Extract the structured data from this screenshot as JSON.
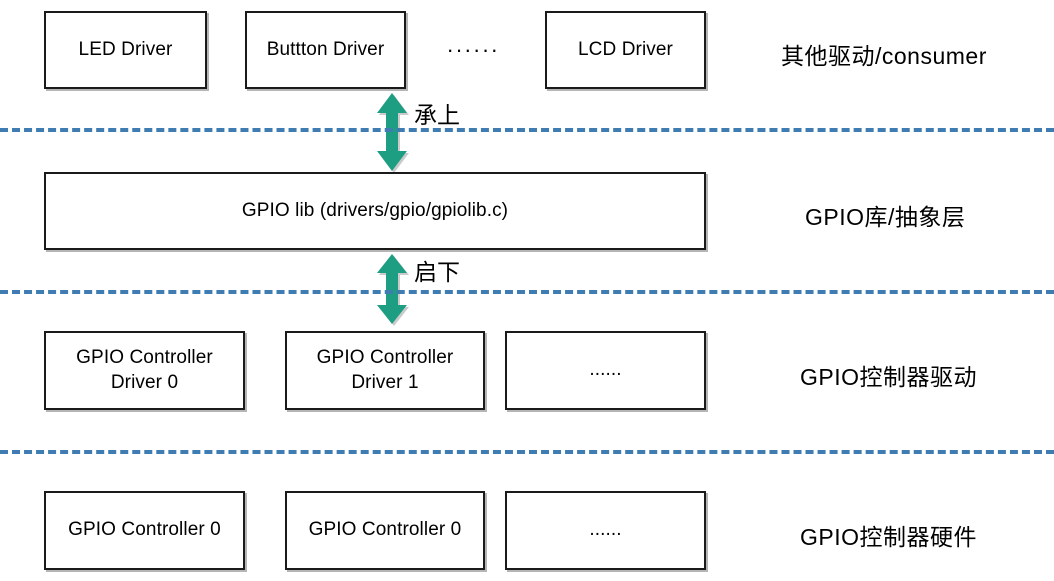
{
  "diagram": {
    "title": "Linux GPIO subsystem layered architecture",
    "colors": {
      "box_border": "#1a1a1a",
      "separator": "#3E7CB1",
      "arrow": "#1D9E82",
      "background": "#ffffff",
      "text": "#000000"
    },
    "layers": [
      {
        "caption": "其他驱动/consumer",
        "nodes": [
          {
            "label": "LED Driver"
          },
          {
            "label": "Buttton Driver"
          },
          {
            "label": "LCD Driver"
          }
        ],
        "ellipsis": "······"
      },
      {
        "caption": "GPIO库/抽象层",
        "nodes": [
          {
            "label": "GPIO lib (drivers/gpio/gpiolib.c)"
          }
        ]
      },
      {
        "caption": "GPIO控制器驱动",
        "nodes": [
          {
            "label": "GPIO Controller\nDriver 0"
          },
          {
            "label": "GPIO Controller\nDriver 1"
          },
          {
            "label": "......"
          }
        ]
      },
      {
        "caption": "GPIO控制器硬件",
        "nodes": [
          {
            "label": "GPIO Controller 0"
          },
          {
            "label": "GPIO Controller 0"
          },
          {
            "label": "......"
          }
        ]
      }
    ],
    "arrows": [
      {
        "label": "承上",
        "direction": "both"
      },
      {
        "label": "启下",
        "direction": "both"
      }
    ]
  }
}
